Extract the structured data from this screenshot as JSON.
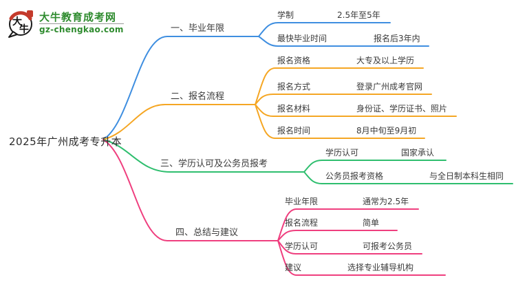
{
  "logo": {
    "badge_char_1": "大",
    "badge_char_2": "牛",
    "title": "大牛教育成考网",
    "domain": "gz-chengkao.com",
    "title_color": "#2e8b2e",
    "seal_color": "#c43a2b"
  },
  "root": {
    "label": "2025年广州成考专升本"
  },
  "branches": [
    {
      "label": "一、毕业年限",
      "color": "#3e8ee0",
      "rows": [
        {
          "label": "学制",
          "value": "2.5年至5年"
        },
        {
          "label": "最快毕业时间",
          "value": "报名后3年内"
        }
      ]
    },
    {
      "label": "二、报名流程",
      "color": "#f5a623",
      "rows": [
        {
          "label": "报名资格",
          "value": "大专及以上学历"
        },
        {
          "label": "报名方式",
          "value": "登录广州成考官网"
        },
        {
          "label": "报名材料",
          "value": "身份证、学历证书、照片"
        },
        {
          "label": "报名时间",
          "value": "8月中旬至9月初"
        }
      ]
    },
    {
      "label": "三、学历认可及公务员报考",
      "color": "#2ebe6e",
      "rows": [
        {
          "label": "学历认可",
          "value": "国家承认"
        },
        {
          "label": "公务员报考资格",
          "value": "与全日制本科生相同"
        }
      ]
    },
    {
      "label": "四、总结与建议",
      "color": "#ef3e7e",
      "rows": [
        {
          "label": "毕业年限",
          "value": "通常为2.5年"
        },
        {
          "label": "报名流程",
          "value": "简单"
        },
        {
          "label": "学历认可",
          "value": "可报考公务员"
        },
        {
          "label": "建议",
          "value": "选择专业辅导机构"
        }
      ]
    }
  ]
}
